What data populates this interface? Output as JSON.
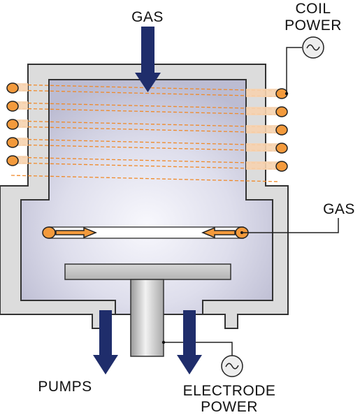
{
  "labels": {
    "gas_top": "GAS",
    "coil_power_1": "COIL",
    "coil_power_2": "POWER",
    "gas_side": "GAS",
    "pumps": "PUMPS",
    "electrode_power_1": "ELECTRODE",
    "electrode_power_2": "POWER"
  },
  "icons": {
    "coil_source": "ac-source-icon",
    "electrode_source": "ac-source-icon"
  },
  "colors": {
    "arrow": "#1f2d6b",
    "coil": "#f39a3c",
    "coil_dash": "#f08a2a",
    "wall": "#dcdcdc",
    "chamber": "#c4c4d8",
    "electrode": "#c8c8c8"
  }
}
